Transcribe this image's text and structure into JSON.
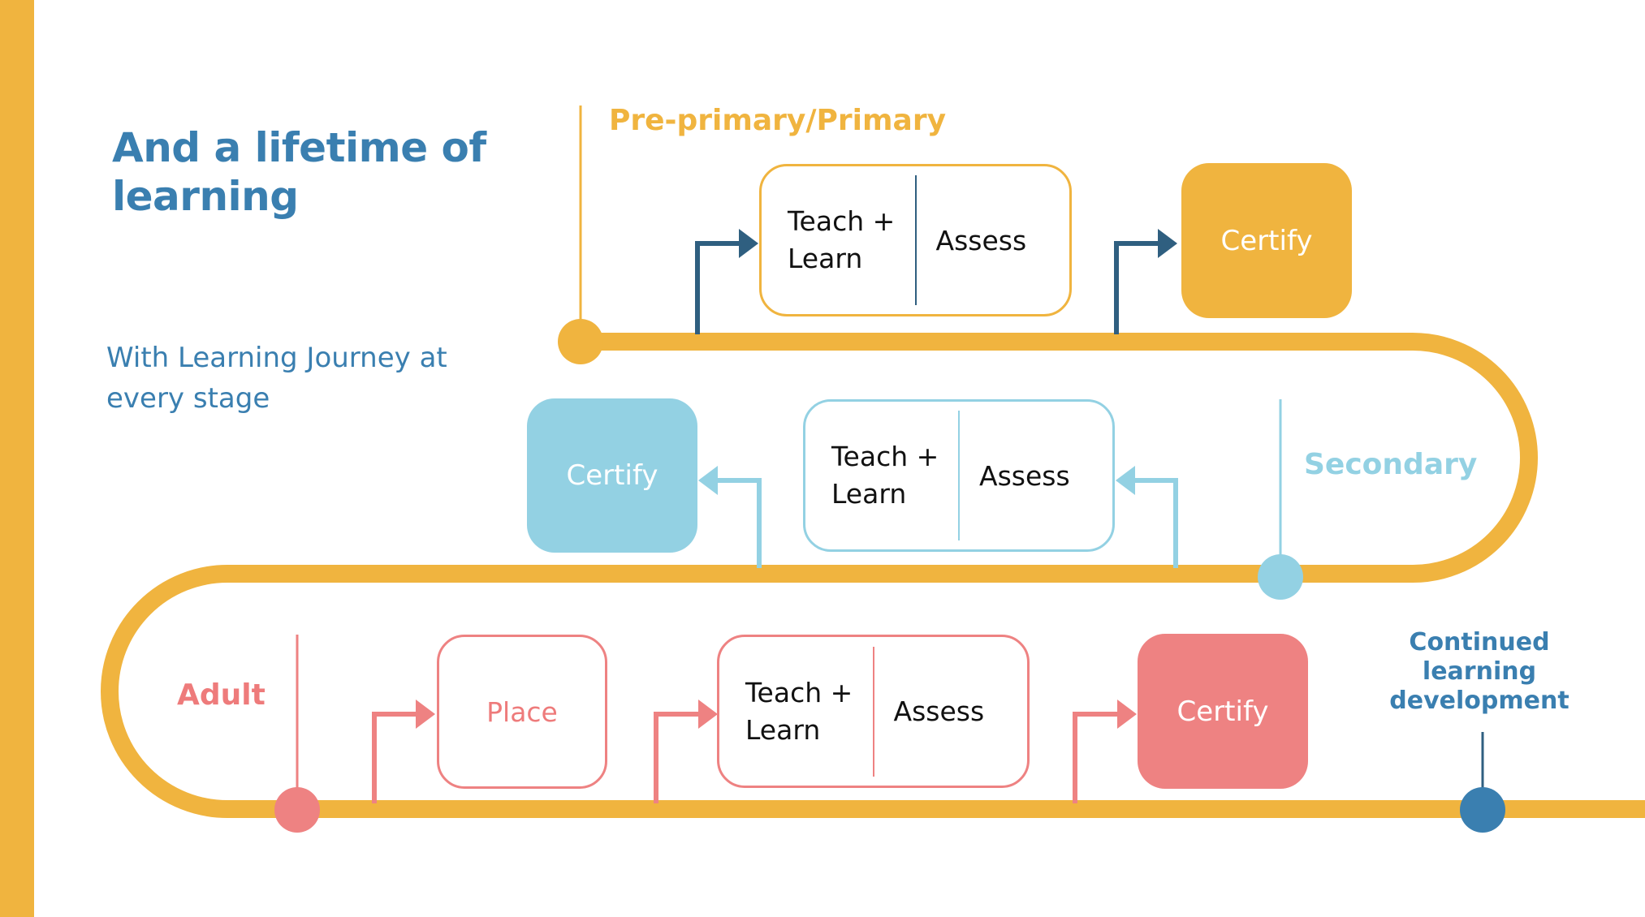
{
  "title": "And a lifetime of learning",
  "subtitle": "With Learning Journey at every stage",
  "stages": {
    "primary": {
      "label": "Pre-primary/Primary",
      "teach_learn": "Teach +\nLearn",
      "assess": "Assess",
      "certify": "Certify"
    },
    "secondary": {
      "label": "Secondary",
      "teach_learn": "Teach +\nLearn",
      "assess": "Assess",
      "certify": "Certify"
    },
    "adult": {
      "label": "Adult",
      "place": "Place",
      "teach_learn": "Teach +\nLearn",
      "assess": "Assess",
      "certify": "Certify"
    }
  },
  "continued": "Continued learning development",
  "colors": {
    "road": "#F0B43F",
    "primary": "#F0B43F",
    "secondary": "#93D1E3",
    "adult": "#EE8282",
    "arrow_dark": "#2F5F80",
    "heading": "#3A7FB0"
  }
}
